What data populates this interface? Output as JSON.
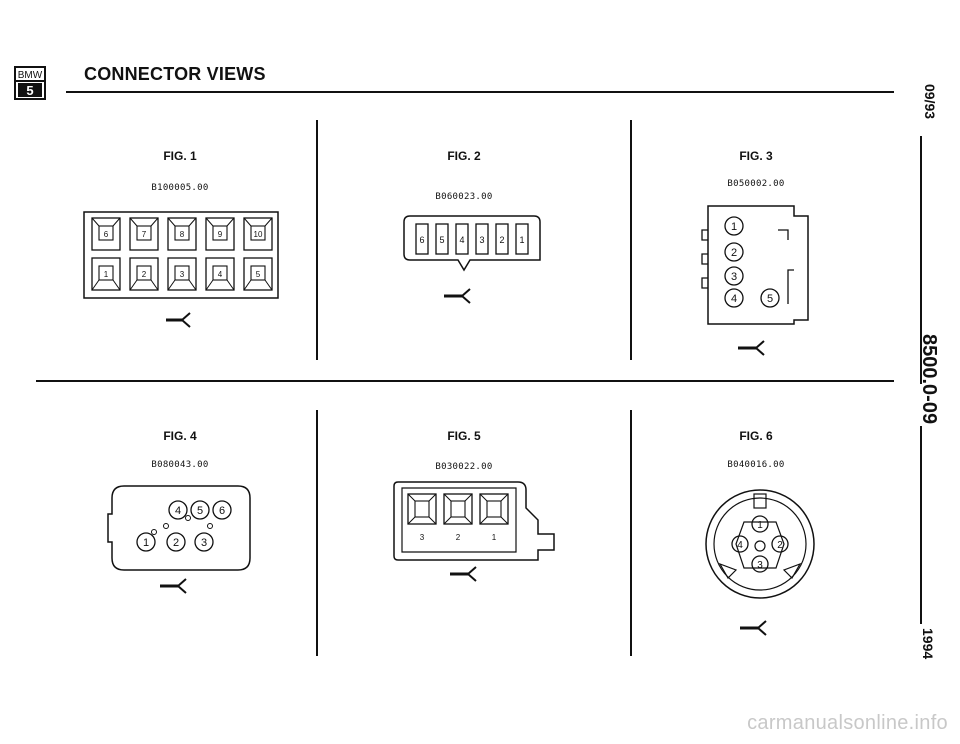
{
  "header": {
    "brand_top": "BMW",
    "brand_bottom": "5",
    "title": "CONNECTOR VIEWS"
  },
  "figures": [
    {
      "title": "FIG. 1",
      "code": "B100005.00",
      "pins": [
        "6",
        "7",
        "8",
        "9",
        "10",
        "1",
        "2",
        "3",
        "4",
        "5"
      ]
    },
    {
      "title": "FIG. 2",
      "code": "B060023.00",
      "pins": [
        "6",
        "5",
        "4",
        "3",
        "2",
        "1"
      ]
    },
    {
      "title": "FIG. 3",
      "code": "B050002.00",
      "pins": [
        "1",
        "2",
        "3",
        "4",
        "5"
      ]
    },
    {
      "title": "FIG. 4",
      "code": "B080043.00",
      "pins": [
        "4",
        "5",
        "6",
        "1",
        "2",
        "3"
      ]
    },
    {
      "title": "FIG. 5",
      "code": "B030022.00",
      "pins": [
        "3",
        "2",
        "1"
      ]
    },
    {
      "title": "FIG. 6",
      "code": "B040016.00",
      "pins": [
        "1",
        "4",
        "2",
        "3"
      ]
    }
  ],
  "sidebar": {
    "date": "09/93",
    "page_code": "8500.0-09",
    "year": "1994"
  },
  "footer": {
    "watermark": "carmanualsonline.info"
  }
}
